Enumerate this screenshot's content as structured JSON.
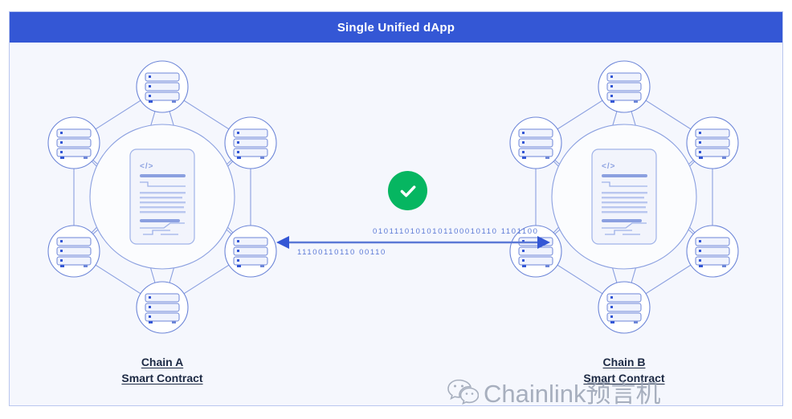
{
  "header": {
    "title": "Single Unified dApp",
    "bar_color": "#3457d5",
    "text_color": "#ffffff"
  },
  "panel": {
    "background": "#f5f7fd",
    "border_color": "#b9c6ef"
  },
  "chains": [
    {
      "id": "chain-a",
      "label_line1": "Chain A",
      "label_line2": "Smart Contract",
      "contract_glyph": "</>",
      "node_count": 6,
      "node_icon": "server-icon"
    },
    {
      "id": "chain-b",
      "label_line1": "Chain B",
      "label_line2": "Smart Contract",
      "contract_glyph": "</>",
      "node_count": 6,
      "node_icon": "server-icon"
    }
  ],
  "status_badge": {
    "icon": "check-circle-icon",
    "color": "#06b661",
    "check_color": "#ffffff"
  },
  "interop_link": {
    "icon": "double-arrow-icon",
    "arrow_color": "#3457d5",
    "binary_top": "01011101010101100010110 1101100",
    "binary_bottom": "11100110110 00110",
    "binary_color": "#5b79d6"
  },
  "watermark": {
    "text": "Chainlink预言机",
    "logo": "wechat-logo",
    "color": "#9aa3b4"
  },
  "colors": {
    "node_stroke": "#6d86d8",
    "node_fill": "#ffffff",
    "hub_fill": "#fbfcfe",
    "card_fill": "#f2f4fc",
    "card_stroke": "#9fb2e8",
    "line": "#8ba0e0"
  }
}
